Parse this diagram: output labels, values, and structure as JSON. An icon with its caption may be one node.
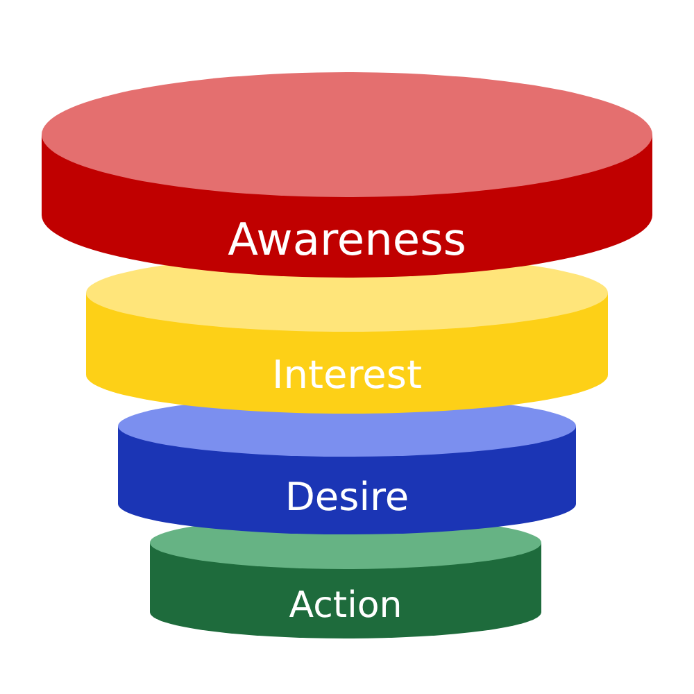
{
  "diagram": {
    "nodes": [
      {
        "text": [
          "Awareness"
        ]
      },
      {
        "text": [
          "Interest"
        ]
      },
      {
        "text": [
          "Desire"
        ]
      },
      {
        "text": [
          "Action"
        ]
      }
    ]
  }
}
